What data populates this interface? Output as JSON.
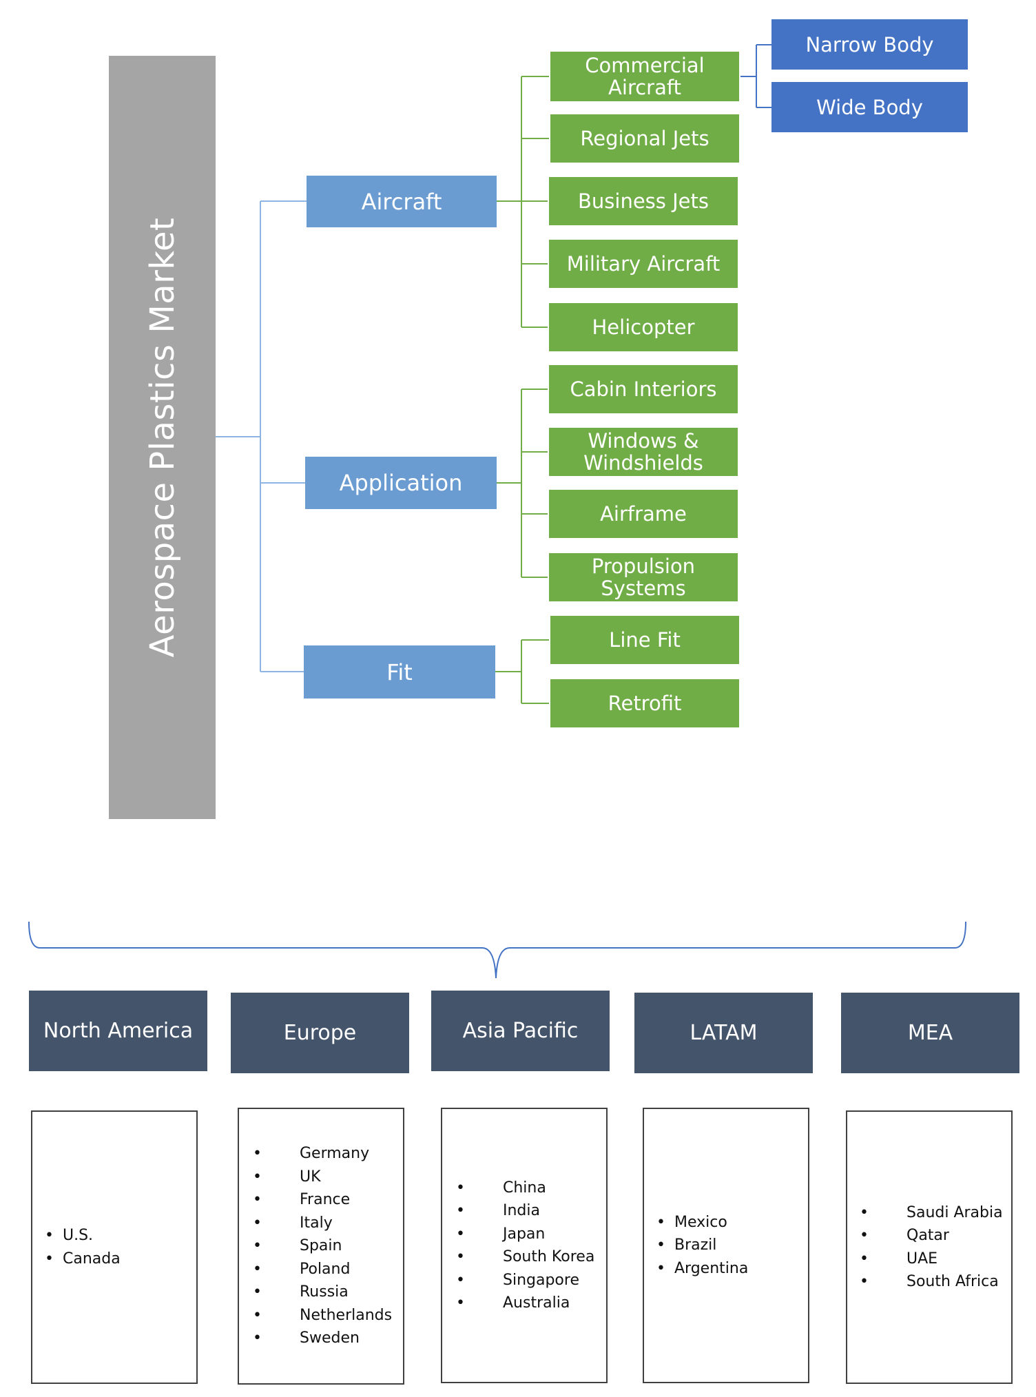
{
  "root": {
    "label": "Aerospace Plastics Market"
  },
  "categories": [
    {
      "label": "Aircraft",
      "children": [
        {
          "label": "Commercial Aircraft",
          "children": [
            "Narrow Body",
            "Wide Body"
          ]
        },
        {
          "label": "Regional Jets"
        },
        {
          "label": "Business Jets"
        },
        {
          "label": "Military Aircraft"
        },
        {
          "label": "Helicopter"
        }
      ]
    },
    {
      "label": "Application",
      "children": [
        {
          "label": "Cabin Interiors"
        },
        {
          "label": "Windows & Windshields"
        },
        {
          "label": "Airframe"
        },
        {
          "label": "Propulsion Systems"
        }
      ]
    },
    {
      "label": "Fit",
      "children": [
        {
          "label": "Line Fit"
        },
        {
          "label": "Retrofit"
        }
      ]
    }
  ],
  "regions": [
    {
      "label": "North America",
      "countries": [
        "U.S.",
        "Canada"
      ]
    },
    {
      "label": "Europe",
      "countries": [
        "Germany",
        "UK",
        "France",
        "Italy",
        "Spain",
        "Poland",
        "Russia",
        "Netherlands",
        "Sweden"
      ]
    },
    {
      "label": "Asia Pacific",
      "countries": [
        "China",
        "India",
        "Japan",
        "South Korea",
        "Singapore",
        "Australia"
      ]
    },
    {
      "label": "LATAM",
      "countries": [
        "Mexico",
        "Brazil",
        "Argentina"
      ]
    },
    {
      "label": "MEA",
      "countries": [
        "Saudi Arabia",
        "Qatar",
        "UAE",
        "South Africa"
      ]
    }
  ],
  "colors": {
    "root": "#a5a5a5",
    "category": "#6a9bd1",
    "leaf": "#70ad47",
    "subleaf": "#4472c4",
    "region": "#44546a",
    "connector_blue": "#8eb4e3",
    "connector_green": "#70ad47"
  }
}
